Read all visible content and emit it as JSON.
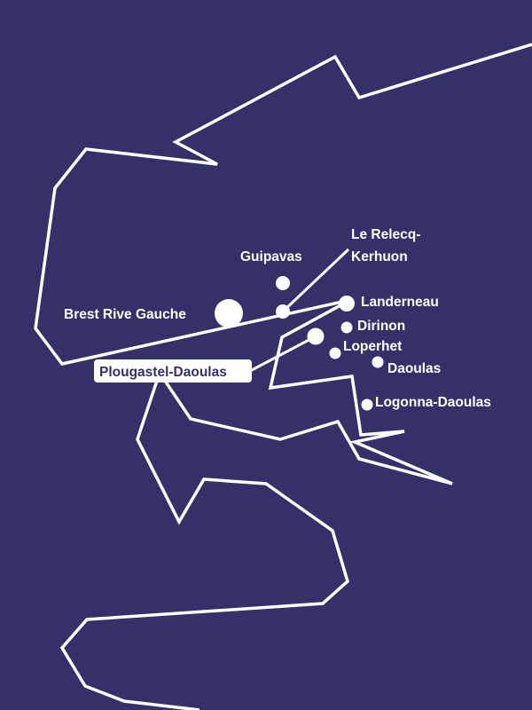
{
  "colors": {
    "background": "#35306a",
    "line": "#ffffff",
    "marker": "#ffffff",
    "highlight_label_bg": "#ffffff",
    "highlight_label_text": "#35306a"
  },
  "places": [
    {
      "id": "guipavas",
      "name": "Guipavas"
    },
    {
      "id": "le-relecq-kerhuon",
      "name_line1": "Le Relecq-",
      "name_line2": "Kerhuon"
    },
    {
      "id": "brest-rive-gauche",
      "name": "Brest Rive Gauche"
    },
    {
      "id": "landerneau",
      "name": "Landerneau"
    },
    {
      "id": "dirinon",
      "name": "Dirinon"
    },
    {
      "id": "loperhet",
      "name": "Loperhet"
    },
    {
      "id": "plougastel-daoulas",
      "name": "Plougastel-Daoulas",
      "highlighted": true
    },
    {
      "id": "daoulas",
      "name": "Daoulas"
    },
    {
      "id": "logonna-daoulas",
      "name": "Logonna-Daoulas"
    }
  ]
}
